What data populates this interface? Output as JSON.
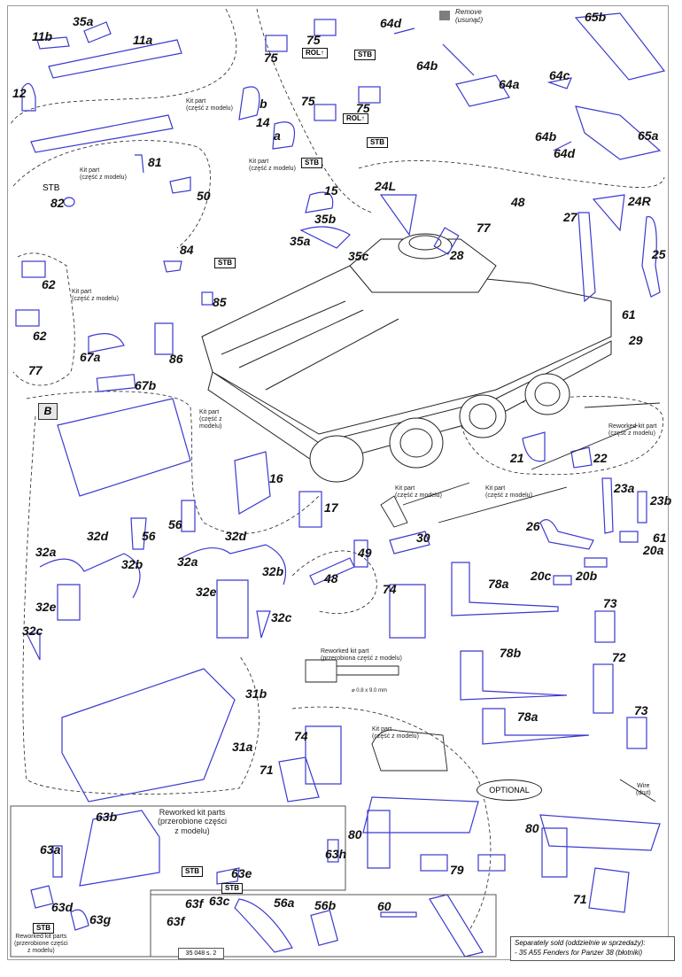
{
  "legend": {
    "remove_label": "Remove",
    "remove_label_pl": "(usunąć)",
    "remove_color": "#7d7d7d"
  },
  "section_marker": "B",
  "part_labels": {
    "p11a": "11a",
    "p11b": "11b",
    "p35a_top": "35a",
    "p12": "12",
    "p14": "14",
    "p14a": "a",
    "p14b": "b",
    "p15": "15",
    "p75_1": "75",
    "p75_2": "75",
    "p75_3": "75",
    "p75_4": "75",
    "p64a": "64a",
    "p64b_1": "64b",
    "p64b_2": "64b",
    "p64c": "64c",
    "p64d_1": "64d",
    "p64d_2": "64d",
    "p65a": "65a",
    "p65b": "65b",
    "p48_top": "48",
    "p81": "81",
    "p82": "82",
    "p50": "50",
    "p84": "84",
    "p85": "85",
    "p86": "86",
    "p62_1": "62",
    "p62_2": "62",
    "p67a": "67a",
    "p67b": "67b",
    "p77_1": "77",
    "p77_2": "77",
    "p35b": "35b",
    "p35a": "35a",
    "p35c": "35c",
    "p24L": "24L",
    "p24R": "24R",
    "p27": "27",
    "p25": "25",
    "p28": "28",
    "p61_1": "61",
    "p29": "29",
    "p21": "21",
    "p22": "22",
    "p23a": "23a",
    "p23b": "23b",
    "p61_2": "61",
    "p26": "26",
    "p20a": "20a",
    "p20b": "20b",
    "p20c": "20c",
    "p16": "16",
    "p17": "17",
    "p56_1": "56",
    "p56_2": "56",
    "p30": "30",
    "p49": "49",
    "p48": "48",
    "p32a_1": "32a",
    "p32b_1": "32b",
    "p32c_1": "32c",
    "p32d_1": "32d",
    "p32e_1": "32e",
    "p32a_2": "32a",
    "p32b_2": "32b",
    "p32c_2": "32c",
    "p32d_2": "32d",
    "p32e_2": "32e",
    "p31a": "31a",
    "p31b": "31b",
    "p74_1": "74",
    "p74_2": "74",
    "p78a_1": "78a",
    "p78a_2": "78a",
    "p78b": "78b",
    "p73_1": "73",
    "p73_2": "73",
    "p72": "72",
    "p71_1": "71",
    "p71_2": "71",
    "p80_1": "80",
    "p80_2": "80",
    "p79": "79",
    "p63a": "63a",
    "p63b": "63b",
    "p63c": "63c",
    "p63d": "63d",
    "p63e": "63e",
    "p63f_1": "63f",
    "p63f_2": "63f",
    "p63g": "63g",
    "p63h": "63h",
    "p56a": "56a",
    "p56b": "56b",
    "p60": "60"
  },
  "tags": {
    "stb": "STB",
    "rol": "ROL↑"
  },
  "notes": {
    "kit_part": "Kit part",
    "kit_part_pl": "(część z modelu)",
    "kit_part_pl_a": "(część z",
    "kit_part_pl_b": "modelu)",
    "reworked_kit_part": "Reworked kit part",
    "reworked_kit_part_pl": "(przerobiona część z modelu)",
    "reworked_kit_parts": "Reworked kit parts",
    "reworked_kit_parts_pl_a": "(przerobione części",
    "reworked_kit_parts_pl_b": "z modelu)",
    "wire": "Wire",
    "wire_pl": "(drut)",
    "dimension": "⌀ 0.8 x 9.0 mm",
    "optional": "OPTIONAL"
  },
  "footer": {
    "code": "35 048 s. 2",
    "sold_line1": "Separately sold (oddzielnie w sprzedaży):",
    "sold_line2": "- 35 A55  Fenders for Panzer 38 (błotniki)"
  },
  "colors": {
    "part_blue": "#3a3ad0",
    "line": "#222222"
  }
}
